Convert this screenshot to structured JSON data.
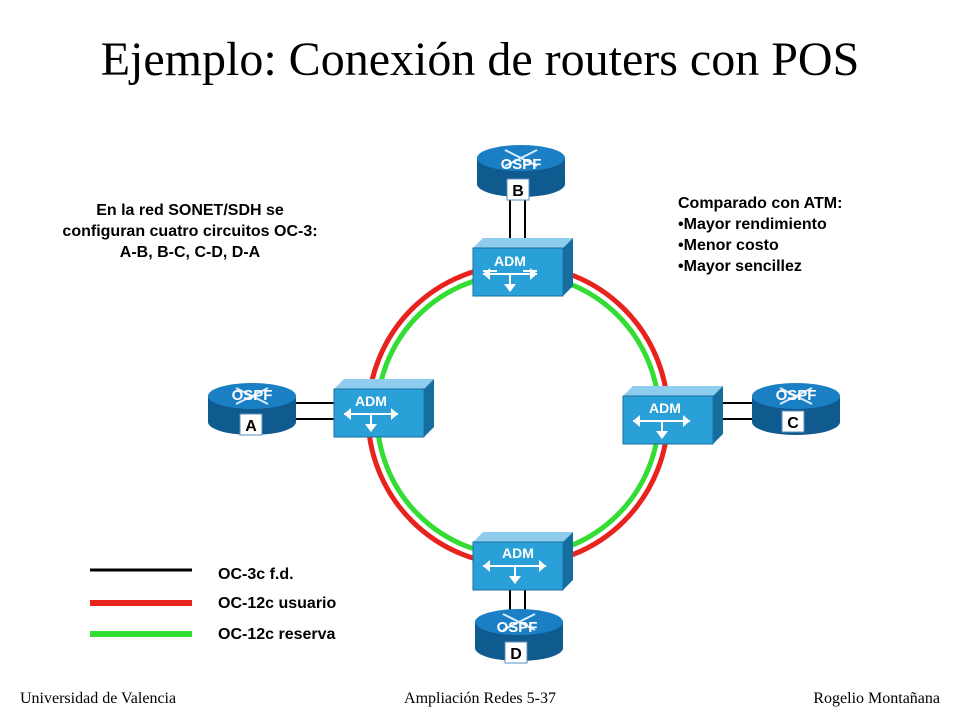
{
  "title": "Ejemplo: Conexión de routers con POS",
  "left_note": [
    "En la red SONET/SDH se",
    "configuran cuatro circuitos OC-3:",
    "A-B, B-C, C-D, D-A"
  ],
  "right_note": {
    "heading": "Comparado con ATM:",
    "items": [
      "Mayor rendimiento",
      "Menor costo",
      "Mayor sencillez"
    ]
  },
  "routers": [
    {
      "protocol": "OSPF",
      "name": "A"
    },
    {
      "protocol": "OSPF",
      "name": "B"
    },
    {
      "protocol": "OSPF",
      "name": "C"
    },
    {
      "protocol": "OSPF",
      "name": "D"
    }
  ],
  "adm_label": "ADM",
  "legend": [
    {
      "label": "OC-3c f.d.",
      "color": "#000000"
    },
    {
      "label": "OC-12c usuario",
      "color": "#e8231e"
    },
    {
      "label": "OC-12c reserva",
      "color": "#33dd33"
    }
  ],
  "colors": {
    "router": "#1b7fc4",
    "adm": "#2aa0d8",
    "primary_ring": "#e8231e",
    "backup_ring": "#33dd33"
  },
  "footer": {
    "left": "Universidad de Valencia",
    "center": "Ampliación Redes 5-37",
    "right": "Rogelio Montañana"
  }
}
